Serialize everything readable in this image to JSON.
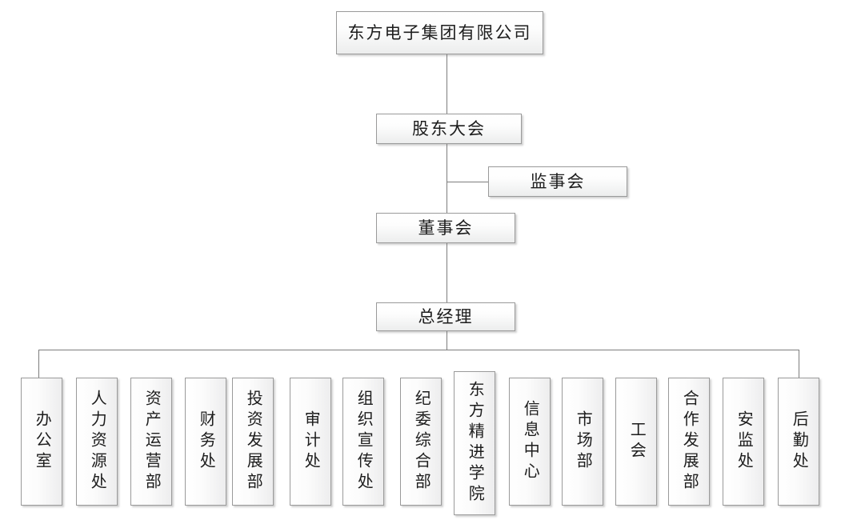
{
  "chart": {
    "title": "东方电子集团有限公司",
    "type": "org-chart",
    "background_color": "#ffffff",
    "box_border_color": "#9a9a9a",
    "line_color": "#7d7d7d",
    "text_color": "#1d1d1d"
  },
  "nodes": {
    "company": {
      "label": "东方电子集团有限公司",
      "level": 0
    },
    "shareholders": {
      "label": "股东大会",
      "level": 1
    },
    "supervisors": {
      "label": "监事会",
      "level": 2
    },
    "board": {
      "label": "董事会",
      "level": 2
    },
    "general_manager": {
      "label": "总经理",
      "level": 3
    }
  },
  "departments": [
    {
      "label": "办公室"
    },
    {
      "label": "人力资源处"
    },
    {
      "label": "资产运营部"
    },
    {
      "label": "财务处"
    },
    {
      "label": "投资发展部"
    },
    {
      "label": "审计处"
    },
    {
      "label": "组织宣传处"
    },
    {
      "label": "纪委综合部"
    },
    {
      "label": "东方精进学院"
    },
    {
      "label": "信息中心"
    },
    {
      "label": "市场部"
    },
    {
      "label": "工会"
    },
    {
      "label": "合作发展部"
    },
    {
      "label": "安监处"
    },
    {
      "label": "后勤处"
    }
  ]
}
